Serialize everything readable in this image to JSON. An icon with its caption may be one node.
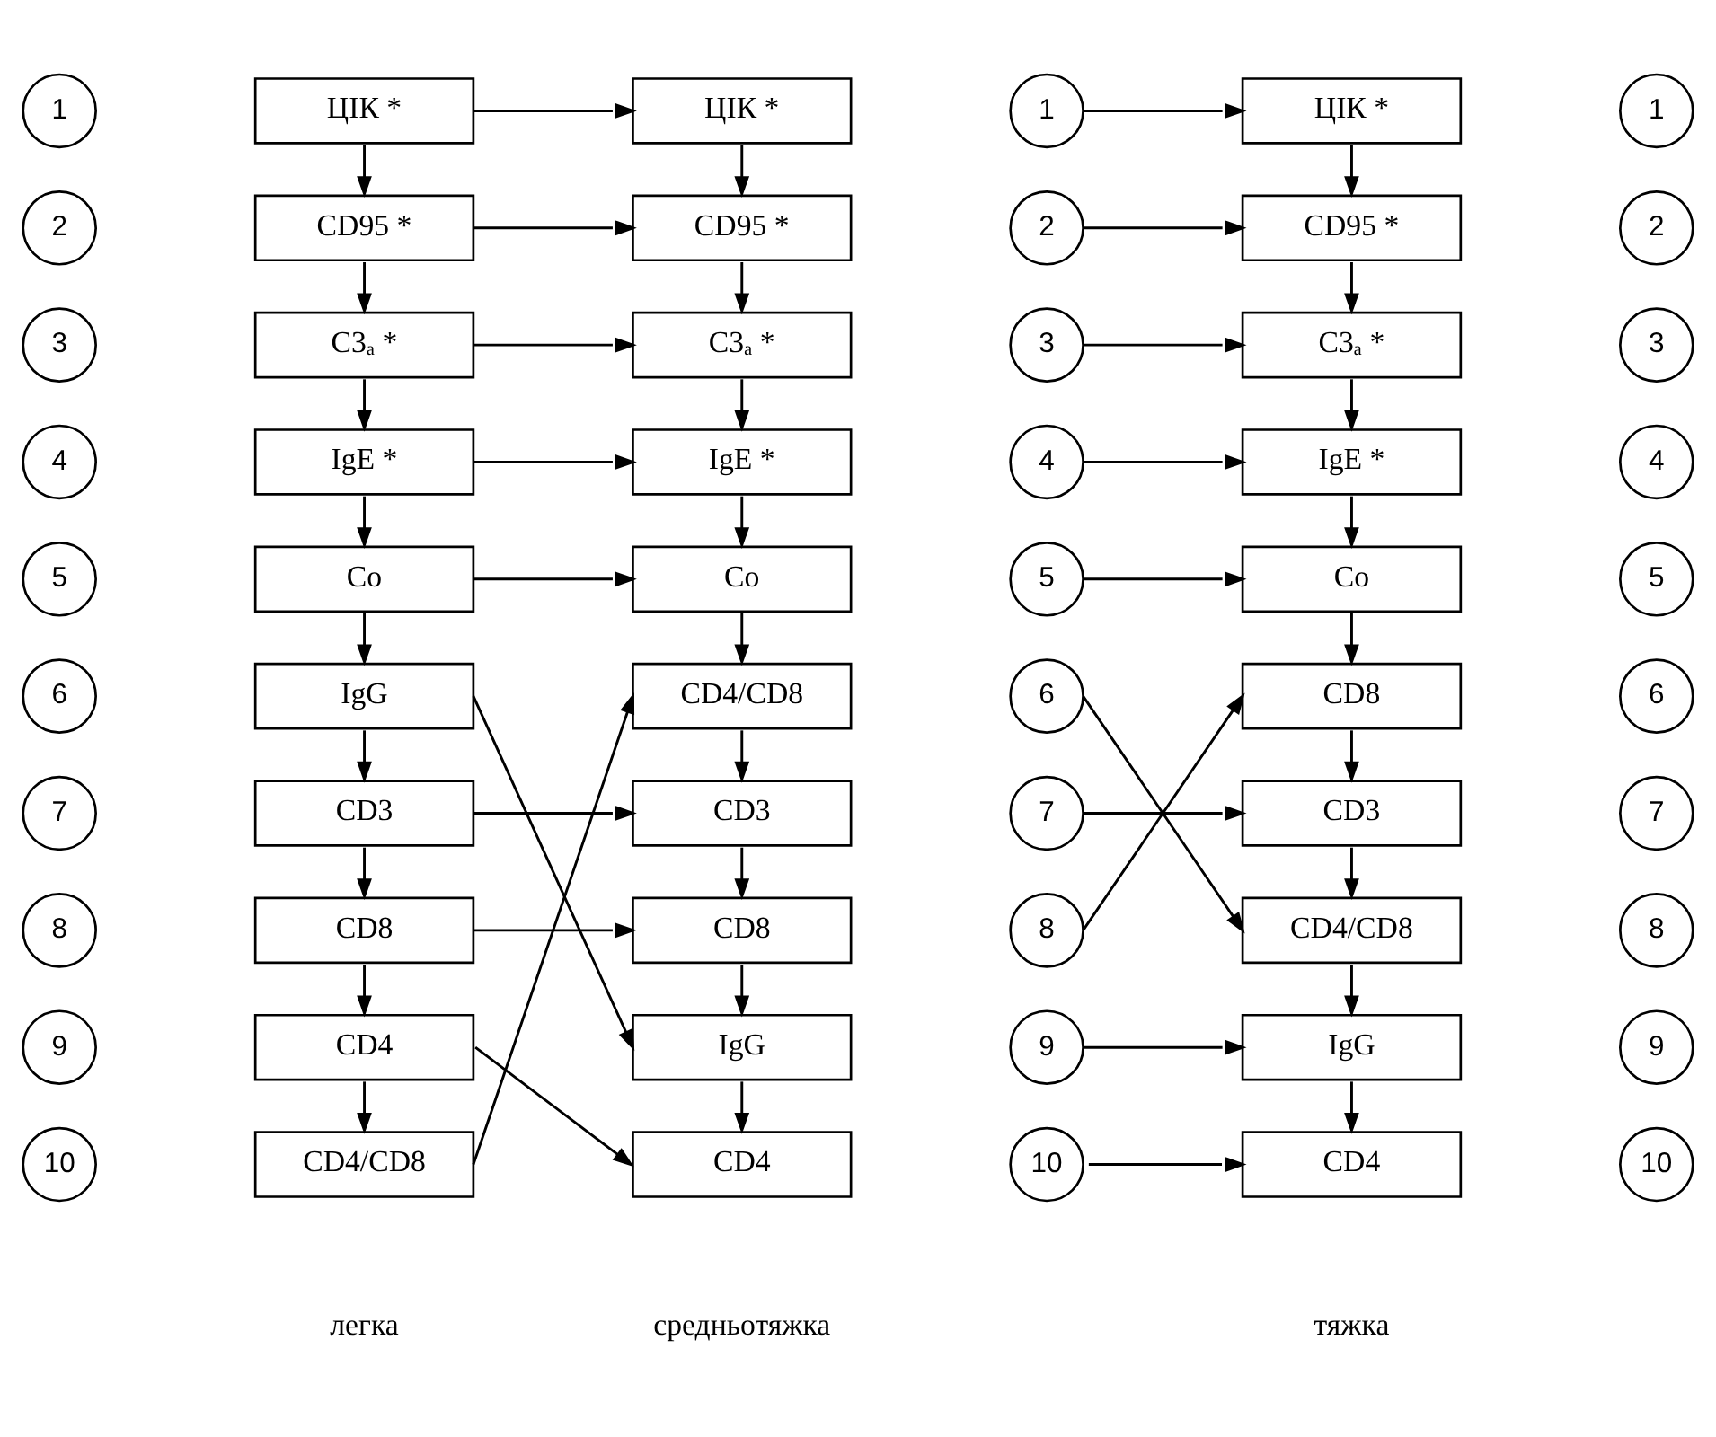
{
  "diagram": {
    "nodes": [
      {
        "text": [
          "1"
        ]
      },
      {
        "text": [
          "ЦІК *"
        ]
      },
      {
        "text": [
          "ЦІК *"
        ]
      },
      {
        "text": [
          "1"
        ]
      },
      {
        "text": [
          "ЦІК *"
        ]
      },
      {
        "text": [
          "1"
        ]
      },
      {
        "text": [
          "2"
        ]
      },
      {
        "text": [
          "CD95 *"
        ]
      },
      {
        "text": [
          "CD95 *"
        ]
      },
      {
        "text": [
          "2"
        ]
      },
      {
        "text": [
          "CD95 *"
        ]
      },
      {
        "text": [
          "2"
        ]
      },
      {
        "text": [
          "3"
        ]
      },
      {
        "text": [
          "C3ₐ *"
        ]
      },
      {
        "text": [
          "C3ₐ *"
        ]
      },
      {
        "text": [
          "3"
        ]
      },
      {
        "text": [
          "C3ₐ *"
        ]
      },
      {
        "text": [
          "3"
        ]
      },
      {
        "text": [
          "4"
        ]
      },
      {
        "text": [
          "IgE *"
        ]
      },
      {
        "text": [
          "IgE *"
        ]
      },
      {
        "text": [
          "4"
        ]
      },
      {
        "text": [
          "IgE *"
        ]
      },
      {
        "text": [
          "4"
        ]
      },
      {
        "text": [
          "5"
        ]
      },
      {
        "text": [
          "Co"
        ]
      },
      {
        "text": [
          "Co"
        ]
      },
      {
        "text": [
          "5"
        ]
      },
      {
        "text": [
          "Co"
        ]
      },
      {
        "text": [
          "5"
        ]
      },
      {
        "text": [
          "6"
        ]
      },
      {
        "text": [
          "IgG"
        ]
      },
      {
        "text": [
          "CD4/CD8"
        ]
      },
      {
        "text": [
          "6"
        ]
      },
      {
        "text": [
          "CD8"
        ]
      },
      {
        "text": [
          "6"
        ]
      },
      {
        "text": [
          "7"
        ]
      },
      {
        "text": [
          "CD3"
        ]
      },
      {
        "text": [
          "CD3"
        ]
      },
      {
        "text": [
          "7"
        ]
      },
      {
        "text": [
          "CD3"
        ]
      },
      {
        "text": [
          "7"
        ]
      },
      {
        "text": [
          "8"
        ]
      },
      {
        "text": [
          "CD8"
        ]
      },
      {
        "text": [
          "CD8"
        ]
      },
      {
        "text": [
          "8"
        ]
      },
      {
        "text": [
          "CD4/CD8"
        ]
      },
      {
        "text": [
          "8"
        ]
      },
      {
        "text": [
          "9"
        ]
      },
      {
        "text": [
          "CD4"
        ]
      },
      {
        "text": [
          "IgG"
        ]
      },
      {
        "text": [
          "9"
        ]
      },
      {
        "text": [
          "IgG"
        ]
      },
      {
        "text": [
          "9"
        ]
      },
      {
        "text": [
          "10"
        ]
      },
      {
        "text": [
          "CD4/CD8"
        ]
      },
      {
        "text": [
          "CD4"
        ]
      },
      {
        "text": [
          "10"
        ]
      },
      {
        "text": [
          "CD4"
        ]
      },
      {
        "text": [
          "10"
        ]
      }
    ],
    "edges": [
      {
        "from": 1,
        "to": 2,
        "arrow": "to"
      },
      {
        "from": 3,
        "to": 4,
        "arrow": "to"
      },
      {
        "from": 1,
        "to": 7,
        "arrow": "to"
      },
      {
        "from": 2,
        "to": 8,
        "arrow": "to"
      },
      {
        "from": 4,
        "to": 10,
        "arrow": "to"
      },
      {
        "from": 7,
        "to": 8,
        "arrow": "to"
      },
      {
        "from": 9,
        "to": 10,
        "arrow": "to"
      },
      {
        "from": 7,
        "to": 13,
        "arrow": "to"
      },
      {
        "from": 8,
        "to": 14,
        "arrow": "to"
      },
      {
        "from": 10,
        "to": 16,
        "arrow": "to"
      },
      {
        "from": 13,
        "to": 14,
        "arrow": "to"
      },
      {
        "from": 15,
        "to": 16,
        "arrow": "to"
      },
      {
        "from": 13,
        "to": 19,
        "arrow": "to"
      },
      {
        "from": 14,
        "to": 20,
        "arrow": "to"
      },
      {
        "from": 16,
        "to": 22,
        "arrow": "to"
      },
      {
        "from": 19,
        "to": 20,
        "arrow": "to"
      },
      {
        "from": 21,
        "to": 22,
        "arrow": "to"
      },
      {
        "from": 19,
        "to": 25,
        "arrow": "to"
      },
      {
        "from": 20,
        "to": 26,
        "arrow": "to"
      },
      {
        "from": 22,
        "to": 28,
        "arrow": "to"
      },
      {
        "from": 25,
        "to": 26,
        "arrow": "to"
      },
      {
        "from": 27,
        "to": 28,
        "arrow": "to"
      },
      {
        "from": 25,
        "to": 31,
        "arrow": "to"
      },
      {
        "from": 26,
        "to": 32,
        "arrow": "to"
      },
      {
        "from": 28,
        "to": 34,
        "arrow": "to"
      },
      {
        "from": 31,
        "to": 50,
        "arrow": "to"
      },
      {
        "from": 33,
        "to": 46,
        "arrow": "to"
      },
      {
        "from": 31,
        "to": 37,
        "arrow": "to"
      },
      {
        "from": 32,
        "to": 38,
        "arrow": "to"
      },
      {
        "from": 34,
        "to": 40,
        "arrow": "to"
      },
      {
        "from": 37,
        "to": 38,
        "arrow": "to"
      },
      {
        "from": 39,
        "to": 40,
        "arrow": "to"
      },
      {
        "from": 37,
        "to": 43,
        "arrow": "to"
      },
      {
        "from": 38,
        "to": 44,
        "arrow": "to"
      },
      {
        "from": 40,
        "to": 46,
        "arrow": "to"
      },
      {
        "from": 43,
        "to": 44,
        "arrow": "to"
      },
      {
        "from": 45,
        "to": 34,
        "arrow": "to"
      },
      {
        "from": 43,
        "to": 49,
        "arrow": "to"
      },
      {
        "from": 44,
        "to": 50,
        "arrow": "to"
      },
      {
        "from": 46,
        "to": 52,
        "arrow": "to"
      },
      {
        "from": 49,
        "to": 56,
        "arrow": "to"
      },
      {
        "from": 51,
        "to": 52,
        "arrow": "to"
      },
      {
        "from": 49,
        "to": 55,
        "arrow": "to"
      },
      {
        "from": 50,
        "to": 56,
        "arrow": "to"
      },
      {
        "from": 52,
        "to": 58,
        "arrow": "to"
      },
      {
        "from": 55,
        "to": 32,
        "arrow": "to"
      },
      {
        "from": 57,
        "to": 58,
        "arrow": "to"
      }
    ],
    "labels": [
      "легка",
      "средньотяжка",
      "тяжка"
    ]
  }
}
